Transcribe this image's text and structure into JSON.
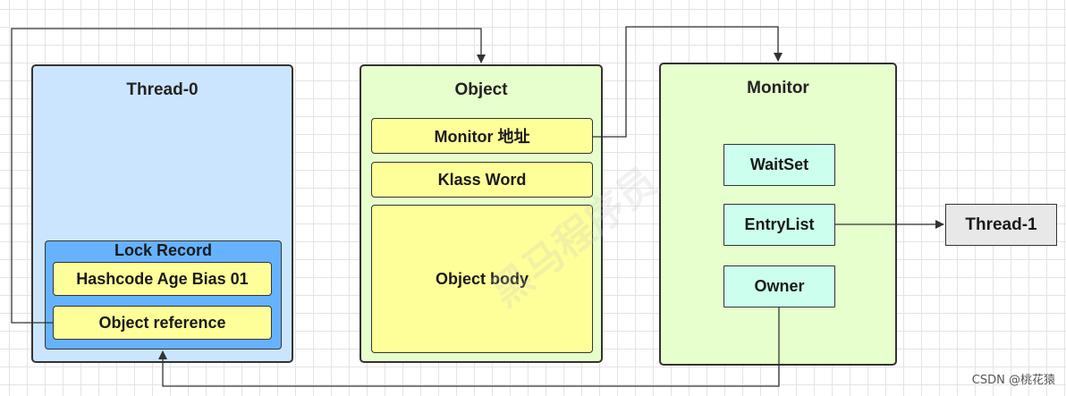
{
  "thread0": {
    "title": "Thread-0",
    "lock_record": {
      "title": "Lock Record",
      "mark_word": "Hashcode Age Bias 01",
      "object_reference": "Object reference"
    }
  },
  "object": {
    "title": "Object",
    "monitor_address": "Monitor 地址",
    "klass_word": "Klass Word",
    "body": "Object body"
  },
  "monitor": {
    "title": "Monitor",
    "wait_set": "WaitSet",
    "entry_list": "EntryList",
    "owner": "Owner"
  },
  "thread1": {
    "title": "Thread-1"
  },
  "watermark": "黑马程序员",
  "credit": "CSDN @桃花猿",
  "colors": {
    "thread_panel": "#cce5ff",
    "object_panel": "#e6ffcc",
    "monitor_panel": "#e6ffcc",
    "lock_record": "#66b2ff",
    "field": "#ffff99",
    "monitor_field": "#ccffee",
    "thread1": "#e8e8e8",
    "connector": "#333333"
  }
}
